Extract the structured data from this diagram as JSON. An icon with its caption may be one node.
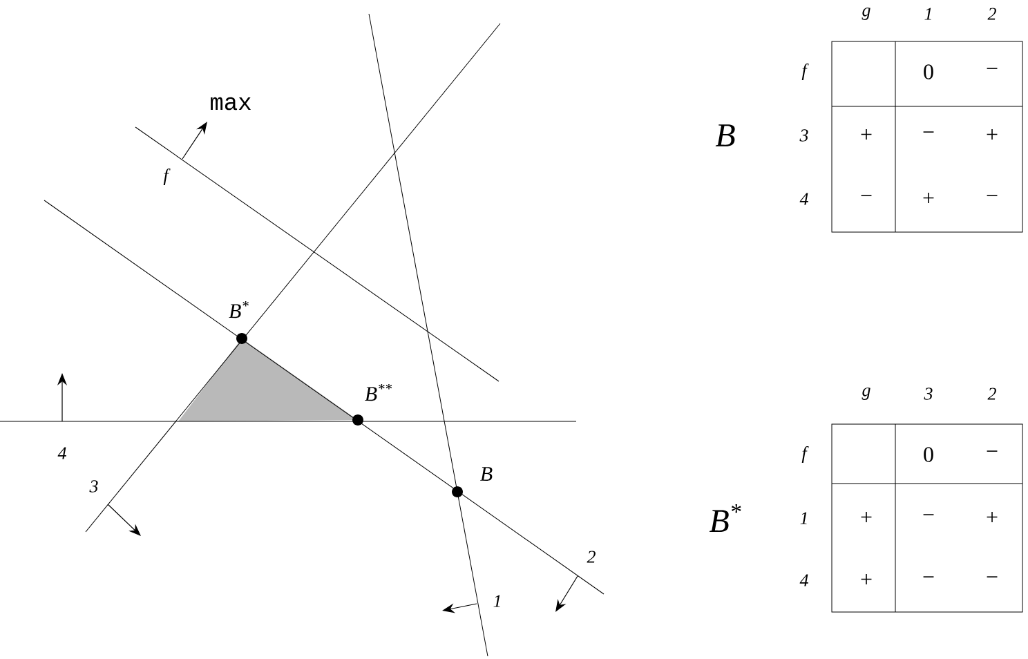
{
  "diagram": {
    "nodes": [
      {
        "text": [],
        "shape": "circle",
        "beside": [
          "B$^{*}$"
        ]
      },
      {
        "text": [],
        "shape": "circle",
        "beside": [
          "B$^{**}$"
        ]
      },
      {
        "text": [],
        "shape": "circle",
        "beside": [
          "B"
        ]
      }
    ],
    "labels": [
      "max",
      "f",
      "4",
      "3",
      "2",
      "1",
      "g",
      "1",
      "2",
      "f",
      "0",
      "−",
      "B",
      "3",
      "+",
      "−",
      "+",
      "4",
      "−",
      "+",
      "−",
      "g",
      "3",
      "2",
      "f",
      "0",
      "−",
      "B$^{*}$",
      "1",
      "+",
      "−",
      "+",
      "4",
      "+",
      "−",
      "−"
    ]
  }
}
